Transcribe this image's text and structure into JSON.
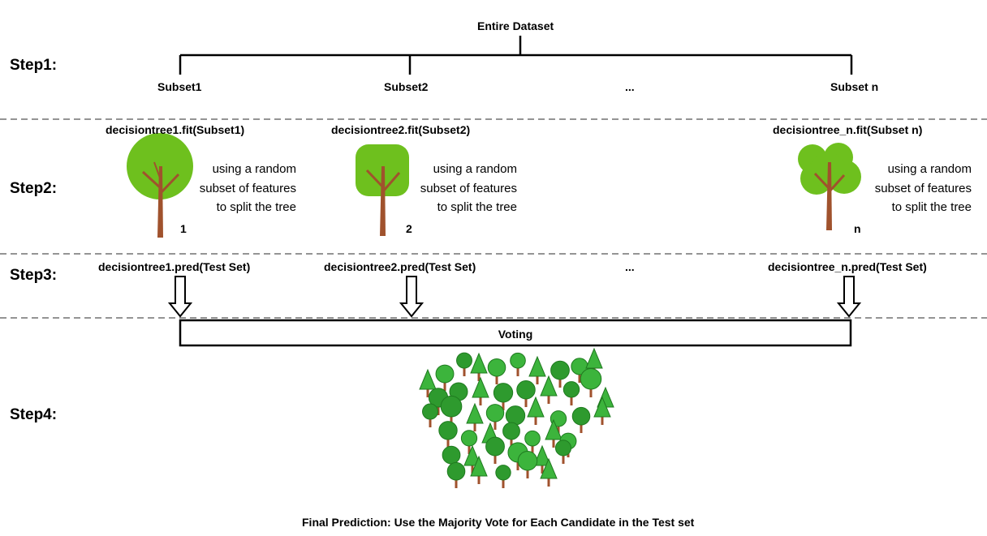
{
  "steps": {
    "step1": "Step1:",
    "step2": "Step2:",
    "step3": "Step3:",
    "step4": "Step4:"
  },
  "step1": {
    "root": "Entire Dataset",
    "subsets": [
      "Subset1",
      "Subset2",
      "...",
      "Subset n"
    ]
  },
  "step2": {
    "trees": [
      {
        "fit": "decisiontree1.fit(Subset1)",
        "desc": [
          "using a random",
          "subset of features",
          "to split the tree"
        ],
        "index": "1"
      },
      {
        "fit": "decisiontree2.fit(Subset2)",
        "desc": [
          "using a random",
          "subset of features",
          "to split the tree"
        ],
        "index": "2"
      },
      {
        "fit": "decisiontree_n.fit(Subset n)",
        "desc": [
          "using a random",
          "subset of features",
          "to split the tree"
        ],
        "index": "n"
      }
    ]
  },
  "step3": {
    "preds": [
      "decisiontree1.pred(Test Set)",
      "decisiontree2.pred(Test Set)",
      "...",
      "decisiontree_n.pred(Test Set)"
    ]
  },
  "step4": {
    "voting": "Voting",
    "final": "Final Prediction: Use the Majority Vote for Each Candidate in the Test set"
  },
  "colors": {
    "foliage": "#6ec01e",
    "trunk": "#a0522d",
    "forest_dark": "#1f7a1f",
    "forest_light": "#3cb43c"
  }
}
